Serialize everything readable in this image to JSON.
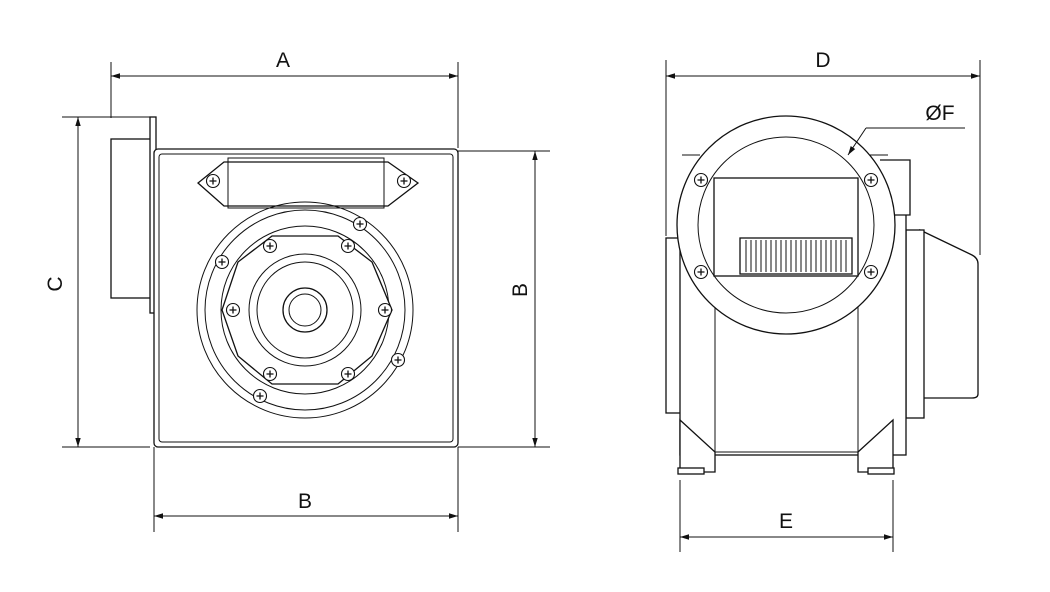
{
  "dimensions": {
    "a": "A",
    "b_side": "B",
    "b_bottom": "B",
    "c": "C",
    "d": "D",
    "e": "E",
    "f": "ØF"
  }
}
